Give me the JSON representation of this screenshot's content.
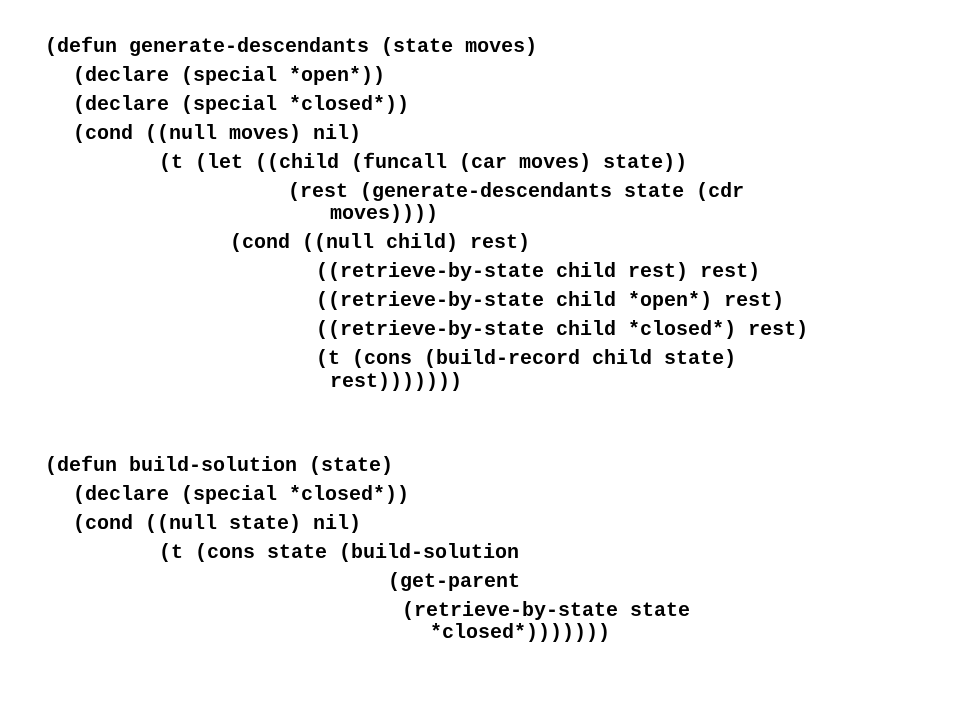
{
  "slide": {
    "background": "#ffffff",
    "text_color": "#000000",
    "code_blocks": [
      {
        "name": "generate-descendants",
        "lines": [
          "(defun generate-descendants (state moves)",
          "(declare (special *open*))",
          "(declare (special *closed*))",
          "(cond ((null moves) nil)",
          "(t (let ((child (funcall (car moves) state))",
          "(rest (generate-descendants state (cdr",
          "moves))))",
          "(cond ((null child) rest)",
          "((retrieve-by-state child rest) rest)",
          "((retrieve-by-state child *open*) rest)",
          "((retrieve-by-state child *closed*) rest)",
          "(t (cons (build-record child state)",
          "rest)))))))"
        ]
      },
      {
        "name": "build-solution",
        "lines": [
          "(defun build-solution (state)",
          "(declare (special *closed*))",
          "(cond ((null state) nil)",
          "(t (cons state (build-solution",
          "(get-parent",
          "(retrieve-by-state state",
          "*closed*)))))))"
        ]
      }
    ]
  }
}
